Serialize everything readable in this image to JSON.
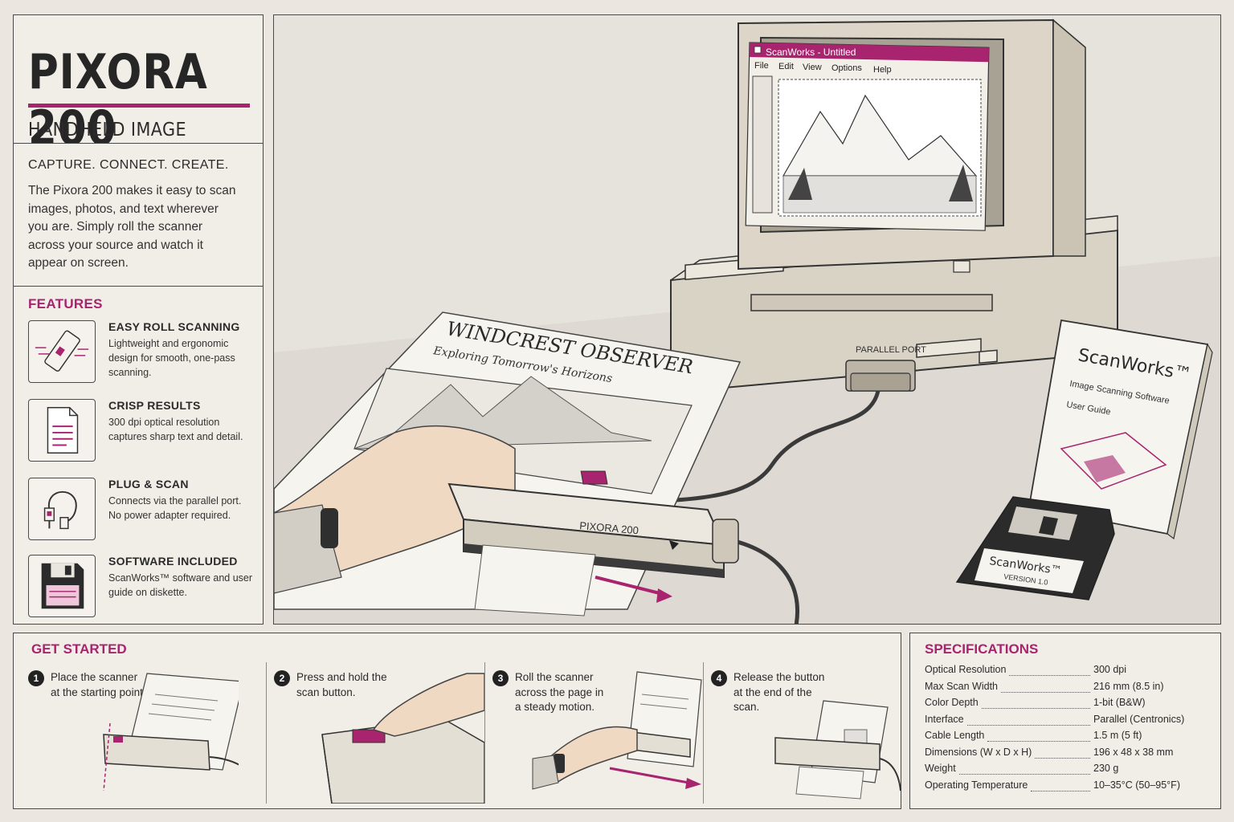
{
  "product": {
    "title": "PIXORA 200",
    "subtitle": "HANDHELD IMAGE SCANNER"
  },
  "intro": {
    "tagline": "CAPTURE. CONNECT. CREATE.",
    "body": "The Pixora 200 makes it easy to scan images, photos, and text wherever you are. Simply roll the scanner across your source and watch it appear on screen."
  },
  "features": {
    "heading": "FEATURES",
    "items": [
      {
        "name": "EASY ROLL SCANNING",
        "desc": "Lightweight and ergonomic design for smooth, one-pass scanning.",
        "icon": "scanner-icon"
      },
      {
        "name": "CRISP RESULTS",
        "desc": "300 dpi optical resolution captures sharp text and detail.",
        "icon": "document-icon"
      },
      {
        "name": "PLUG & SCAN",
        "desc": "Connects via the parallel port. No power adapter required.",
        "icon": "cable-icon"
      },
      {
        "name": "SOFTWARE INCLUDED",
        "desc": "ScanWorks™ software and user guide on diskette.",
        "icon": "floppy-disk-icon"
      }
    ]
  },
  "hero": {
    "window_title": "ScanWorks - Untitled",
    "menu": [
      "File",
      "Edit",
      "View",
      "Options",
      "Help"
    ],
    "port_label": "PARALLEL PORT",
    "newspaper_title": "WINDCREST OBSERVER",
    "newspaper_subtitle": "Exploring Tomorrow's Horizons",
    "device_label": "PIXORA 200",
    "box_brand": "ScanWorks™",
    "box_line1": "Image Scanning Software",
    "box_line2": "User Guide",
    "disk_brand": "ScanWorks™",
    "disk_version": "VERSION 1.0"
  },
  "get_started": {
    "heading": "GET STARTED",
    "steps": [
      {
        "num": "1",
        "text": "Place the scanner at the starting point."
      },
      {
        "num": "2",
        "text": "Press and hold the scan button."
      },
      {
        "num": "3",
        "text": "Roll the scanner across the page in a steady motion."
      },
      {
        "num": "4",
        "text": "Release the button at the end of the scan."
      }
    ]
  },
  "specs": {
    "heading": "SPECIFICATIONS",
    "rows": [
      {
        "key": "Optical Resolution",
        "value": "300 dpi"
      },
      {
        "key": "Max Scan Width",
        "value": "216 mm (8.5 in)"
      },
      {
        "key": "Color Depth",
        "value": "1-bit (B&W)"
      },
      {
        "key": "Interface",
        "value": "Parallel (Centronics)"
      },
      {
        "key": "Cable Length",
        "value": "1.5 m (5 ft)"
      },
      {
        "key": "Dimensions (W x D x H)",
        "value": "196 x 48 x 38 mm"
      },
      {
        "key": "Weight",
        "value": "230 g"
      },
      {
        "key": "Operating Temperature",
        "value": "10–35°C (50–95°F)"
      }
    ]
  },
  "colors": {
    "accent": "#a8246e",
    "ink": "#2b2b2b",
    "paper": "#f1ede7"
  }
}
